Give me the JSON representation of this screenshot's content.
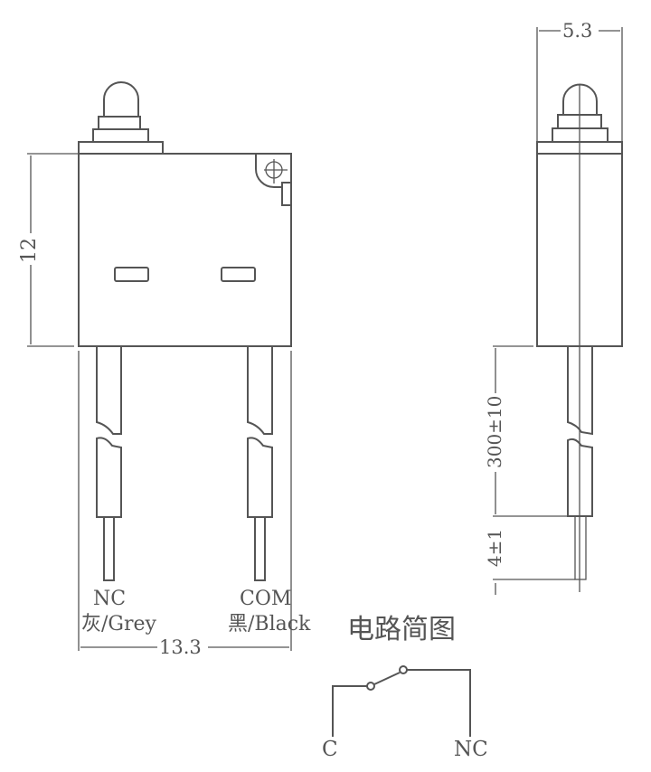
{
  "front_view": {
    "height_dim": "12",
    "width_dim": "13.3",
    "lead_left": {
      "terminal": "NC",
      "color_label": "灰/Grey"
    },
    "lead_right": {
      "terminal": "COM",
      "color_label": "黑/Black"
    }
  },
  "side_view": {
    "width_dim": "5.3",
    "lead_length_dim": "300±10",
    "strip_length_dim": "4±1"
  },
  "circuit": {
    "title": "电路简图",
    "left_terminal": "C",
    "right_terminal": "NC"
  },
  "colors": {
    "line": "#555555",
    "background": "#ffffff"
  }
}
